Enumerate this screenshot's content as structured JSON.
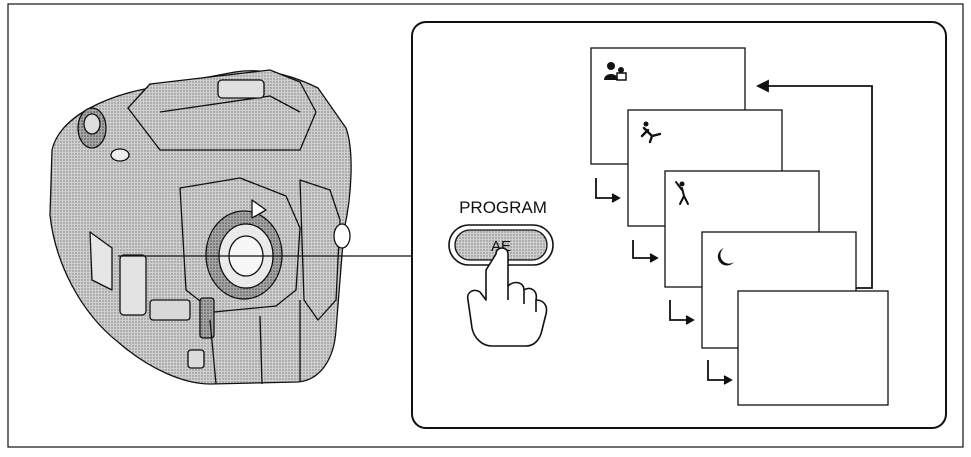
{
  "button": {
    "title": "PROGRAM",
    "key_label": "AE"
  },
  "screens": [
    {
      "icon": "portrait-mode-icon"
    },
    {
      "icon": "sports-mode-icon"
    },
    {
      "icon": "golf-mode-icon"
    },
    {
      "icon": "night-moon-icon"
    },
    {
      "icon": "none"
    }
  ],
  "colors": {
    "line": "#111111",
    "camera_fill": "#bdbdbd",
    "background": "#ffffff"
  }
}
